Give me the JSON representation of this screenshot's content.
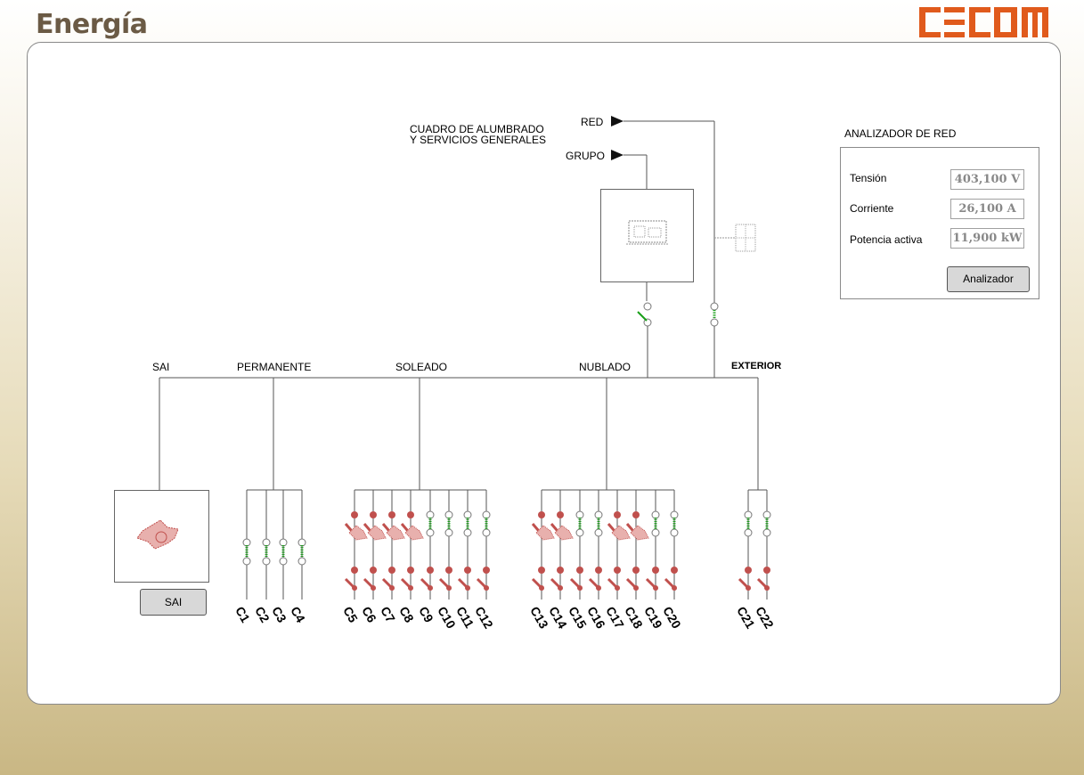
{
  "page": {
    "title": "Energía"
  },
  "logo": {
    "text": "CECOM",
    "color": "#e05a1c"
  },
  "diagram": {
    "cuadro_line1": "CUADRO DE ALUMBRADO",
    "cuadro_line2": "Y SERVICIOS GENERALES",
    "red_label": "RED",
    "grupo_label": "GRUPO",
    "sections": {
      "sai": "SAI",
      "permanente": "PERMANENTE",
      "soleado": "SOLEADO",
      "nublado": "NUBLADO",
      "exterior": "EXTERIOR"
    },
    "circuits": [
      "C1",
      "C2",
      "C3",
      "C4",
      "C5",
      "C6",
      "C7",
      "C8",
      "C9",
      "C10",
      "C11",
      "C12",
      "C13",
      "C14",
      "C15",
      "C16",
      "C17",
      "C18",
      "C19",
      "C20",
      "C21",
      "C22"
    ],
    "sai_button": "SAI",
    "colors": {
      "closed_switch": "#1aa01a",
      "open_switch": "#c0504d",
      "line": "#555555"
    }
  },
  "analyzer": {
    "title": "ANALIZADOR DE RED",
    "rows": [
      {
        "label": "Tensión",
        "value": "403,100 V"
      },
      {
        "label": "Corriente",
        "value": "26,100 A"
      },
      {
        "label": "Potencia activa",
        "value": "11,900 kW"
      }
    ],
    "button": "Analizador"
  }
}
